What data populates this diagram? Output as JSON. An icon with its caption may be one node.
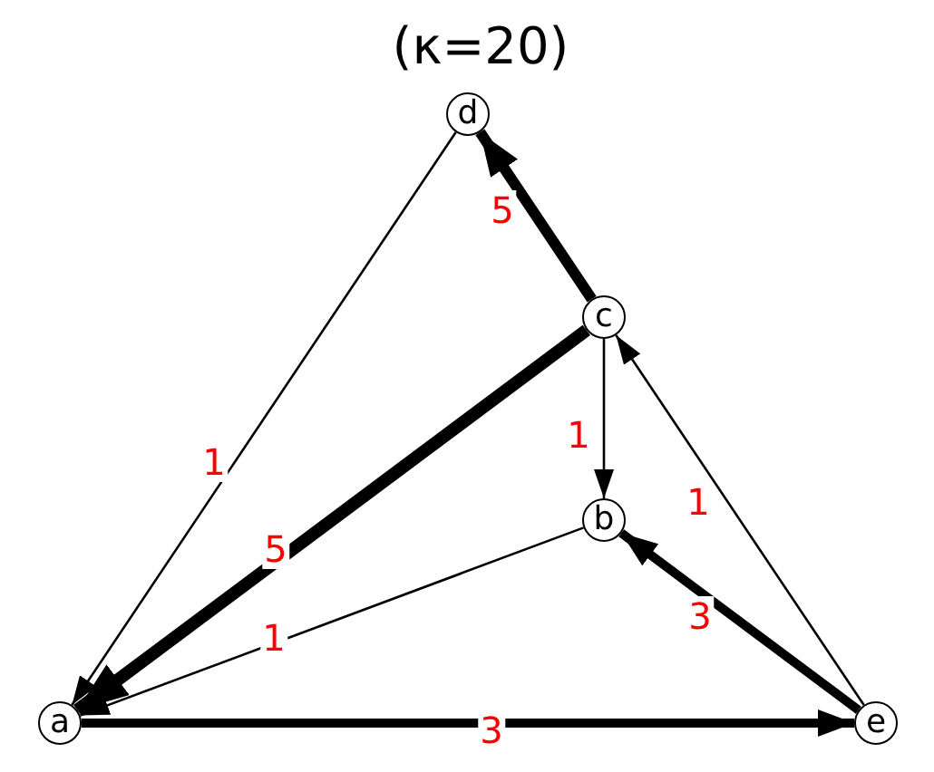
{
  "diagram": {
    "title": "(κ=20)",
    "nodes": [
      {
        "text": [
          "a"
        ]
      },
      {
        "text": [
          "b"
        ]
      },
      {
        "text": [
          "c"
        ]
      },
      {
        "text": [
          "d"
        ]
      },
      {
        "text": [
          "e"
        ]
      }
    ],
    "edges": [
      {
        "from": 3,
        "to": 0,
        "arrow": "to",
        "label": "1"
      },
      {
        "from": 2,
        "to": 3,
        "arrow": "to",
        "label": "5",
        "style": "thick"
      },
      {
        "from": 2,
        "to": 0,
        "arrow": "to",
        "label": "5",
        "style": "thick"
      },
      {
        "from": 2,
        "to": 1,
        "arrow": "to",
        "label": "1"
      },
      {
        "from": 1,
        "to": 0,
        "arrow": "to",
        "label": "1"
      },
      {
        "from": 4,
        "to": 2,
        "arrow": "to",
        "label": "1"
      },
      {
        "from": 4,
        "to": 1,
        "arrow": "to",
        "label": "3",
        "style": "thick"
      },
      {
        "from": 0,
        "to": 4,
        "arrow": "to",
        "label": "3",
        "style": "thick"
      }
    ]
  }
}
